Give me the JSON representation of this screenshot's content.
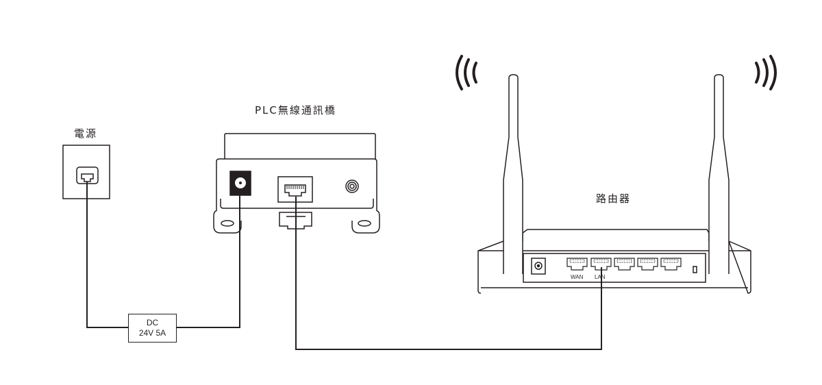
{
  "labels": {
    "power_source": "電源",
    "plc_bridge": "PLC無線通訊橋",
    "router": "路由器"
  },
  "adapter": {
    "line1": "DC",
    "line2": "24V 5A"
  },
  "router_ports": {
    "wan": "WAN",
    "lan": "LAN"
  },
  "colors": {
    "line": "#231f20",
    "background": "#ffffff"
  }
}
